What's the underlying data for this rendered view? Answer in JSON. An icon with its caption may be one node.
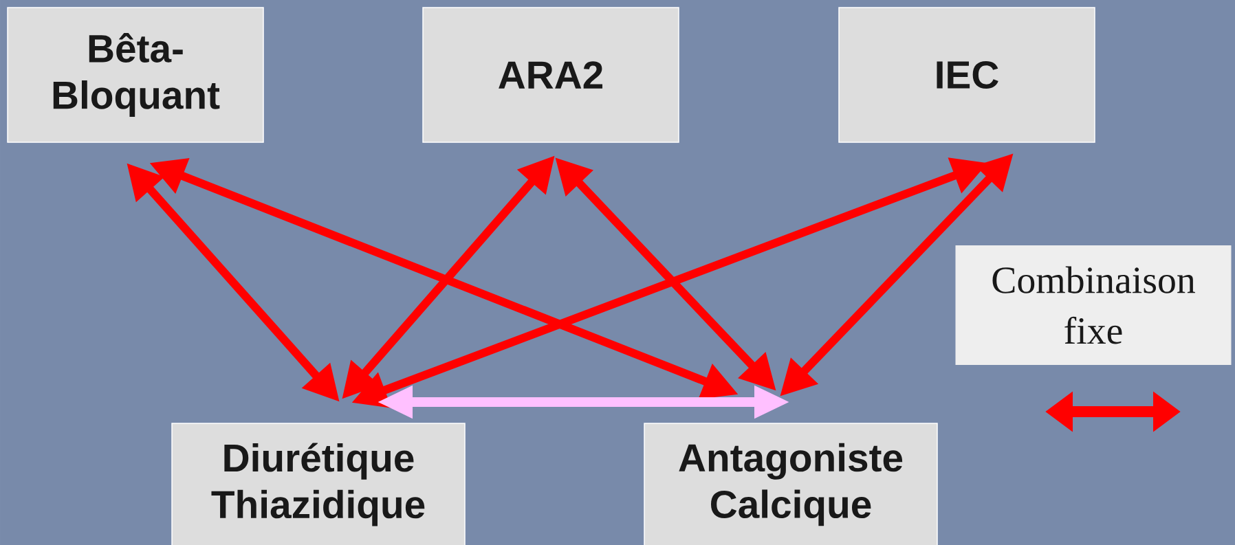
{
  "diagram": {
    "nodes": [
      {
        "text": [
          "Bêta-Bloquant"
        ]
      },
      {
        "text": [
          "ARA2"
        ]
      },
      {
        "text": [
          "IEC"
        ]
      },
      {
        "text": [
          "Diurétique Thiazidique"
        ]
      },
      {
        "text": [
          "Antagoniste Calcique"
        ]
      }
    ],
    "edges": [
      {
        "from": 0,
        "to": 3,
        "arrow": "both"
      },
      {
        "from": 0,
        "to": 4,
        "arrow": "both"
      },
      {
        "from": 1,
        "to": 3,
        "arrow": "both"
      },
      {
        "from": 1,
        "to": 4,
        "arrow": "both"
      },
      {
        "from": 2,
        "to": 3,
        "arrow": "both"
      },
      {
        "from": 2,
        "to": 4,
        "arrow": "both"
      },
      {
        "from": 3,
        "to": 4,
        "arrow": "both",
        "color": "#ffc0ff"
      }
    ],
    "legend": [
      {
        "text": "Combinaison fixe"
      }
    ]
  }
}
